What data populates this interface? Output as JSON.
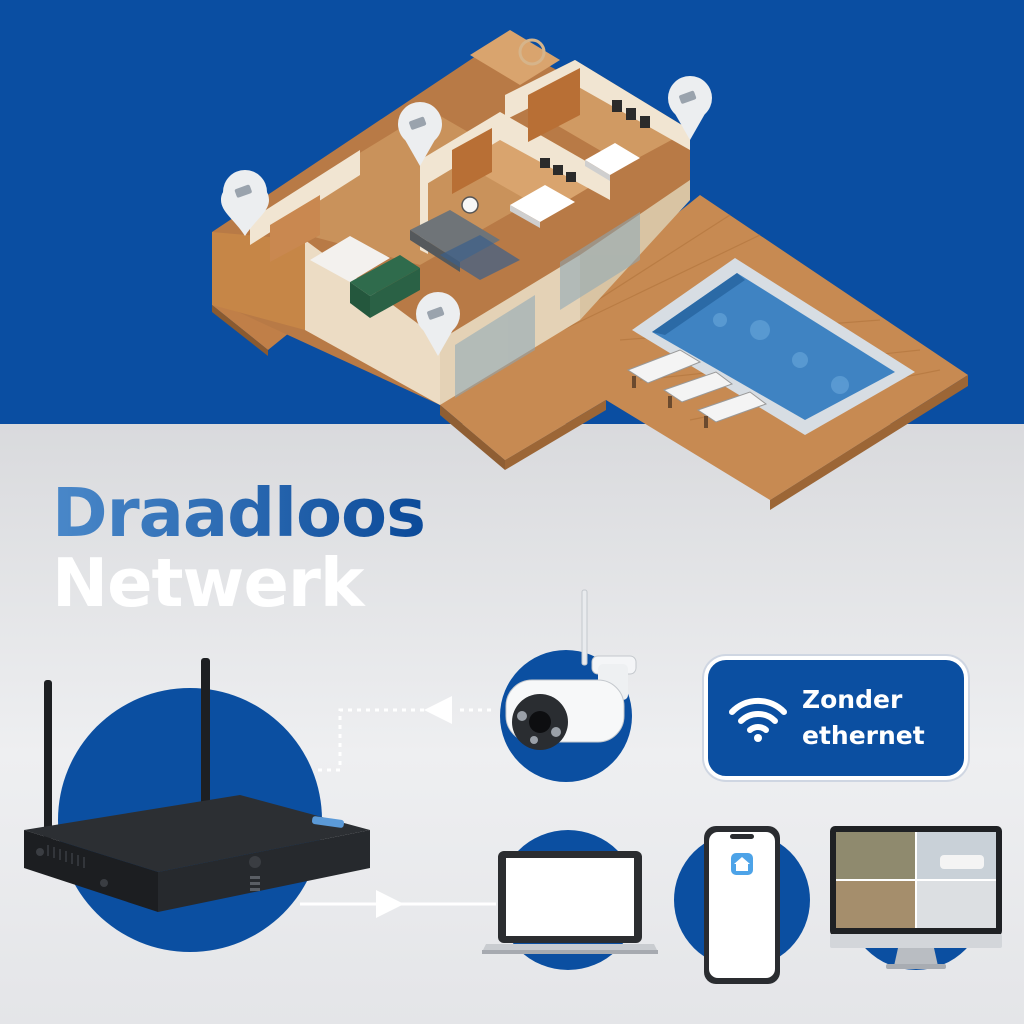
{
  "headline": {
    "line1": "Draadloos",
    "line2": "Netwerk"
  },
  "badge": {
    "line1": "Zonder",
    "line2": "ethernet",
    "icon": "wifi-icon"
  },
  "colors": {
    "brand_blue": "#0a4ea2",
    "light_blue": "#4a88c9",
    "background_grey": "#e6e7ea",
    "white": "#ffffff"
  },
  "devices": {
    "recorder": "nvr-recorder-icon",
    "camera": "security-camera-icon",
    "laptop": "laptop-icon",
    "phone": "smartphone-icon",
    "monitor": "monitor-icon",
    "house_pin": "camera-location-pin-icon"
  }
}
